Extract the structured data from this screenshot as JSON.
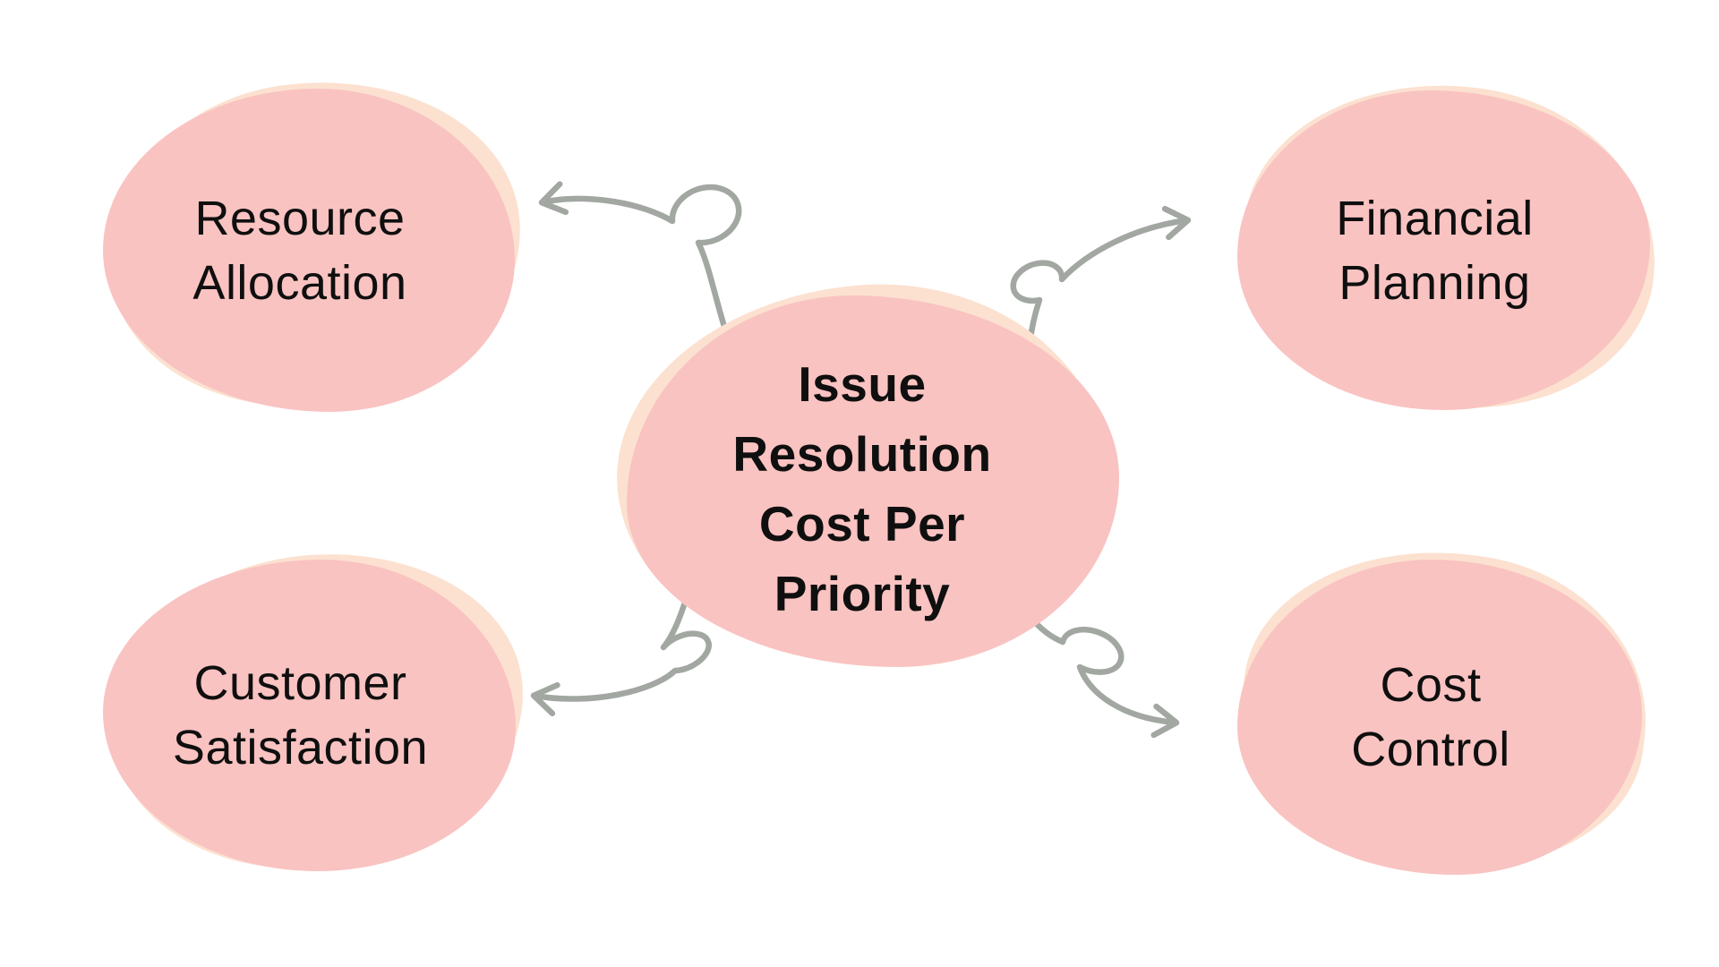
{
  "diagram": {
    "type": "mind-map",
    "center": {
      "id": "issue-resolution-cost-per-priority",
      "label": "Issue\nResolution\nCost Per\nPriority"
    },
    "nodes": [
      {
        "id": "resource-allocation",
        "label": "Resource\nAllocation",
        "position": "top-left"
      },
      {
        "id": "financial-planning",
        "label": "Financial\nPlanning",
        "position": "top-right"
      },
      {
        "id": "customer-satisfaction",
        "label": "Customer\nSatisfaction",
        "position": "bottom-left"
      },
      {
        "id": "cost-control",
        "label": "Cost\nControl",
        "position": "bottom-right"
      }
    ],
    "connections": [
      {
        "from": "issue-resolution-cost-per-priority",
        "to": "resource-allocation"
      },
      {
        "from": "issue-resolution-cost-per-priority",
        "to": "financial-planning"
      },
      {
        "from": "issue-resolution-cost-per-priority",
        "to": "customer-satisfaction"
      },
      {
        "from": "issue-resolution-cost-per-priority",
        "to": "cost-control"
      }
    ]
  },
  "colors": {
    "blob_pink": "#f9c3c1",
    "blob_peach": "#fce1d0",
    "arrow": "#a2a7a2",
    "text": "#0f0f0f",
    "background": "#ffffff"
  }
}
